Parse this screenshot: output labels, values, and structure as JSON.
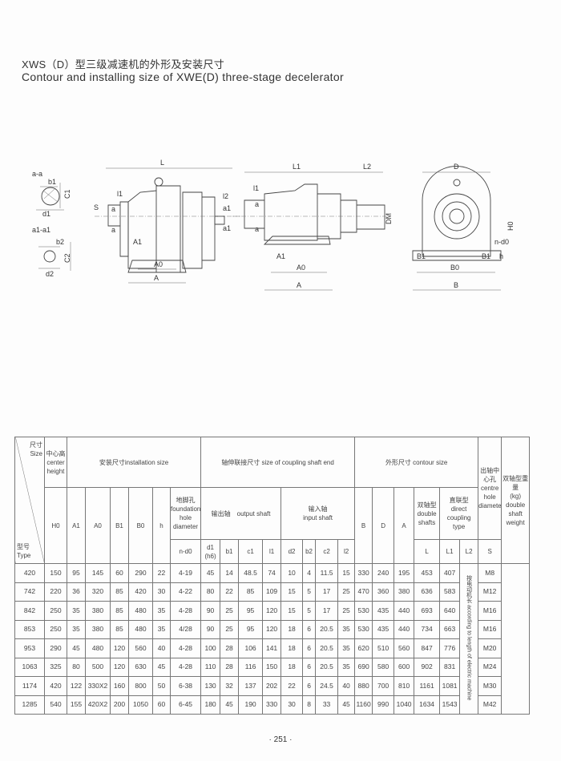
{
  "title_cn": "XWS（D）型三级减速机的外形及安装尺寸",
  "title_en": "Contour and installing size of XWE(D) three-stage decelerator",
  "drawing_labels": {
    "sec_aa": "a-a",
    "b1": "b1",
    "c1": "C1",
    "d1": "d1",
    "sec_a1a1": "a1-a1",
    "b2": "b2",
    "c2": "C2",
    "d2": "d2",
    "L": "L",
    "l1": "l1",
    "l2": "l2",
    "S": "S",
    "a": "a",
    "a1": "a1",
    "A1": "A1",
    "A0": "A0",
    "A": "A",
    "L1": "L1",
    "L2": "L2",
    "DM": "DM",
    "D": "D",
    "H0": "H0",
    "nd0": "n-d0",
    "B1": "B1",
    "B0": "B0",
    "B": "B",
    "h": "h"
  },
  "table": {
    "corner_top_cn": "尺寸",
    "corner_top_en": "Size",
    "corner_bottom_cn": "型号",
    "corner_bottom_en": "Type",
    "center_height_cn": "中心高",
    "center_height_en": "center height",
    "installation": "安装尺寸installation size",
    "coupling": "轴伸联接尺寸 size of coupling shaft end",
    "contour": "外形尺寸 contour size",
    "centre_hole_cn": "出轴中心孔",
    "centre_hole_en": "centre hole diameter",
    "weight_cn": "双轴型重量",
    "weight_unit": "(kg)",
    "weight_en": "double shaft weight",
    "foundation_cn": "地脚孔",
    "foundation_en": "foundation hole diameter",
    "output_shaft": "输出轴　output shaft",
    "input_shaft_cn": "输入轴",
    "input_shaft_en": "input shaft",
    "double_cn": "双轴型",
    "double_en": "double shafts",
    "direct_cn": "直联型",
    "direct_en": "direct coupling type",
    "cols": {
      "H0": "H0",
      "A1": "A1",
      "A0": "A0",
      "B1": "B1",
      "B0": "B0",
      "h": "h",
      "nd0": "n-d0",
      "d1": "d1",
      "d1_tol": "(h6)",
      "b1": "b1",
      "c1": "c1",
      "l1": "l1",
      "d2": "d2",
      "b2": "b2",
      "c2": "c2",
      "l2": "l2",
      "B": "B",
      "D": "D",
      "A": "A",
      "L": "L",
      "L1": "L1",
      "L2": "L2",
      "S": "S"
    },
    "l2_note": "按电动机长 according to length of electric machine",
    "rows": [
      [
        "420",
        "150",
        "95",
        "145",
        "60",
        "290",
        "22",
        "4-19",
        "45",
        "14",
        "48.5",
        "74",
        "10",
        "4",
        "11.5",
        "15",
        "330",
        "240",
        "195",
        "453",
        "407",
        "M8"
      ],
      [
        "742",
        "220",
        "36",
        "320",
        "85",
        "420",
        "30",
        "4-22",
        "80",
        "22",
        "85",
        "109",
        "15",
        "5",
        "17",
        "25",
        "470",
        "360",
        "380",
        "636",
        "583",
        "M12"
      ],
      [
        "842",
        "250",
        "35",
        "380",
        "85",
        "480",
        "35",
        "4-28",
        "90",
        "25",
        "95",
        "120",
        "15",
        "5",
        "17",
        "25",
        "530",
        "435",
        "440",
        "693",
        "640",
        "M16"
      ],
      [
        "853",
        "250",
        "35",
        "380",
        "85",
        "480",
        "35",
        "4/28",
        "90",
        "25",
        "95",
        "120",
        "18",
        "6",
        "20.5",
        "35",
        "530",
        "435",
        "440",
        "734",
        "663",
        "M16"
      ],
      [
        "953",
        "290",
        "45",
        "480",
        "120",
        "560",
        "40",
        "4-28",
        "100",
        "28",
        "106",
        "141",
        "18",
        "6",
        "20.5",
        "35",
        "620",
        "510",
        "560",
        "847",
        "776",
        "M20"
      ],
      [
        "1063",
        "325",
        "80",
        "500",
        "120",
        "630",
        "45",
        "4-28",
        "110",
        "28",
        "116",
        "150",
        "18",
        "6",
        "20.5",
        "35",
        "690",
        "580",
        "600",
        "902",
        "831",
        "M24"
      ],
      [
        "1174",
        "420",
        "122",
        "330X2",
        "160",
        "800",
        "50",
        "6-38",
        "130",
        "32",
        "137",
        "202",
        "22",
        "6",
        "24.5",
        "40",
        "880",
        "700",
        "810",
        "1161",
        "1081",
        "M30"
      ],
      [
        "1285",
        "540",
        "155",
        "420X2",
        "200",
        "1050",
        "60",
        "6-45",
        "180",
        "45",
        "190",
        "330",
        "30",
        "8",
        "33",
        "45",
        "1160",
        "990",
        "1040",
        "1634",
        "1543",
        "M42"
      ]
    ]
  },
  "page_number": "· 251 ·"
}
